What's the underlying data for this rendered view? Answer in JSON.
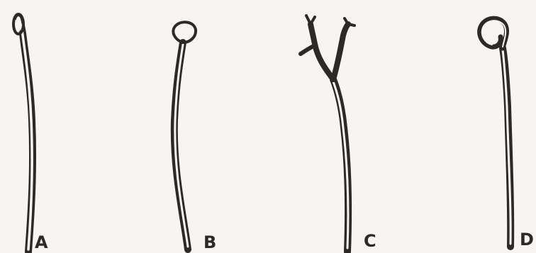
{
  "figure": {
    "panels": [
      {
        "id": "A",
        "label": "A"
      },
      {
        "id": "B",
        "label": "B"
      },
      {
        "id": "C",
        "label": "C"
      },
      {
        "id": "D",
        "label": "D"
      }
    ],
    "colors": {
      "ink": "#2b2a28",
      "paper": "#f6f5f1"
    }
  }
}
